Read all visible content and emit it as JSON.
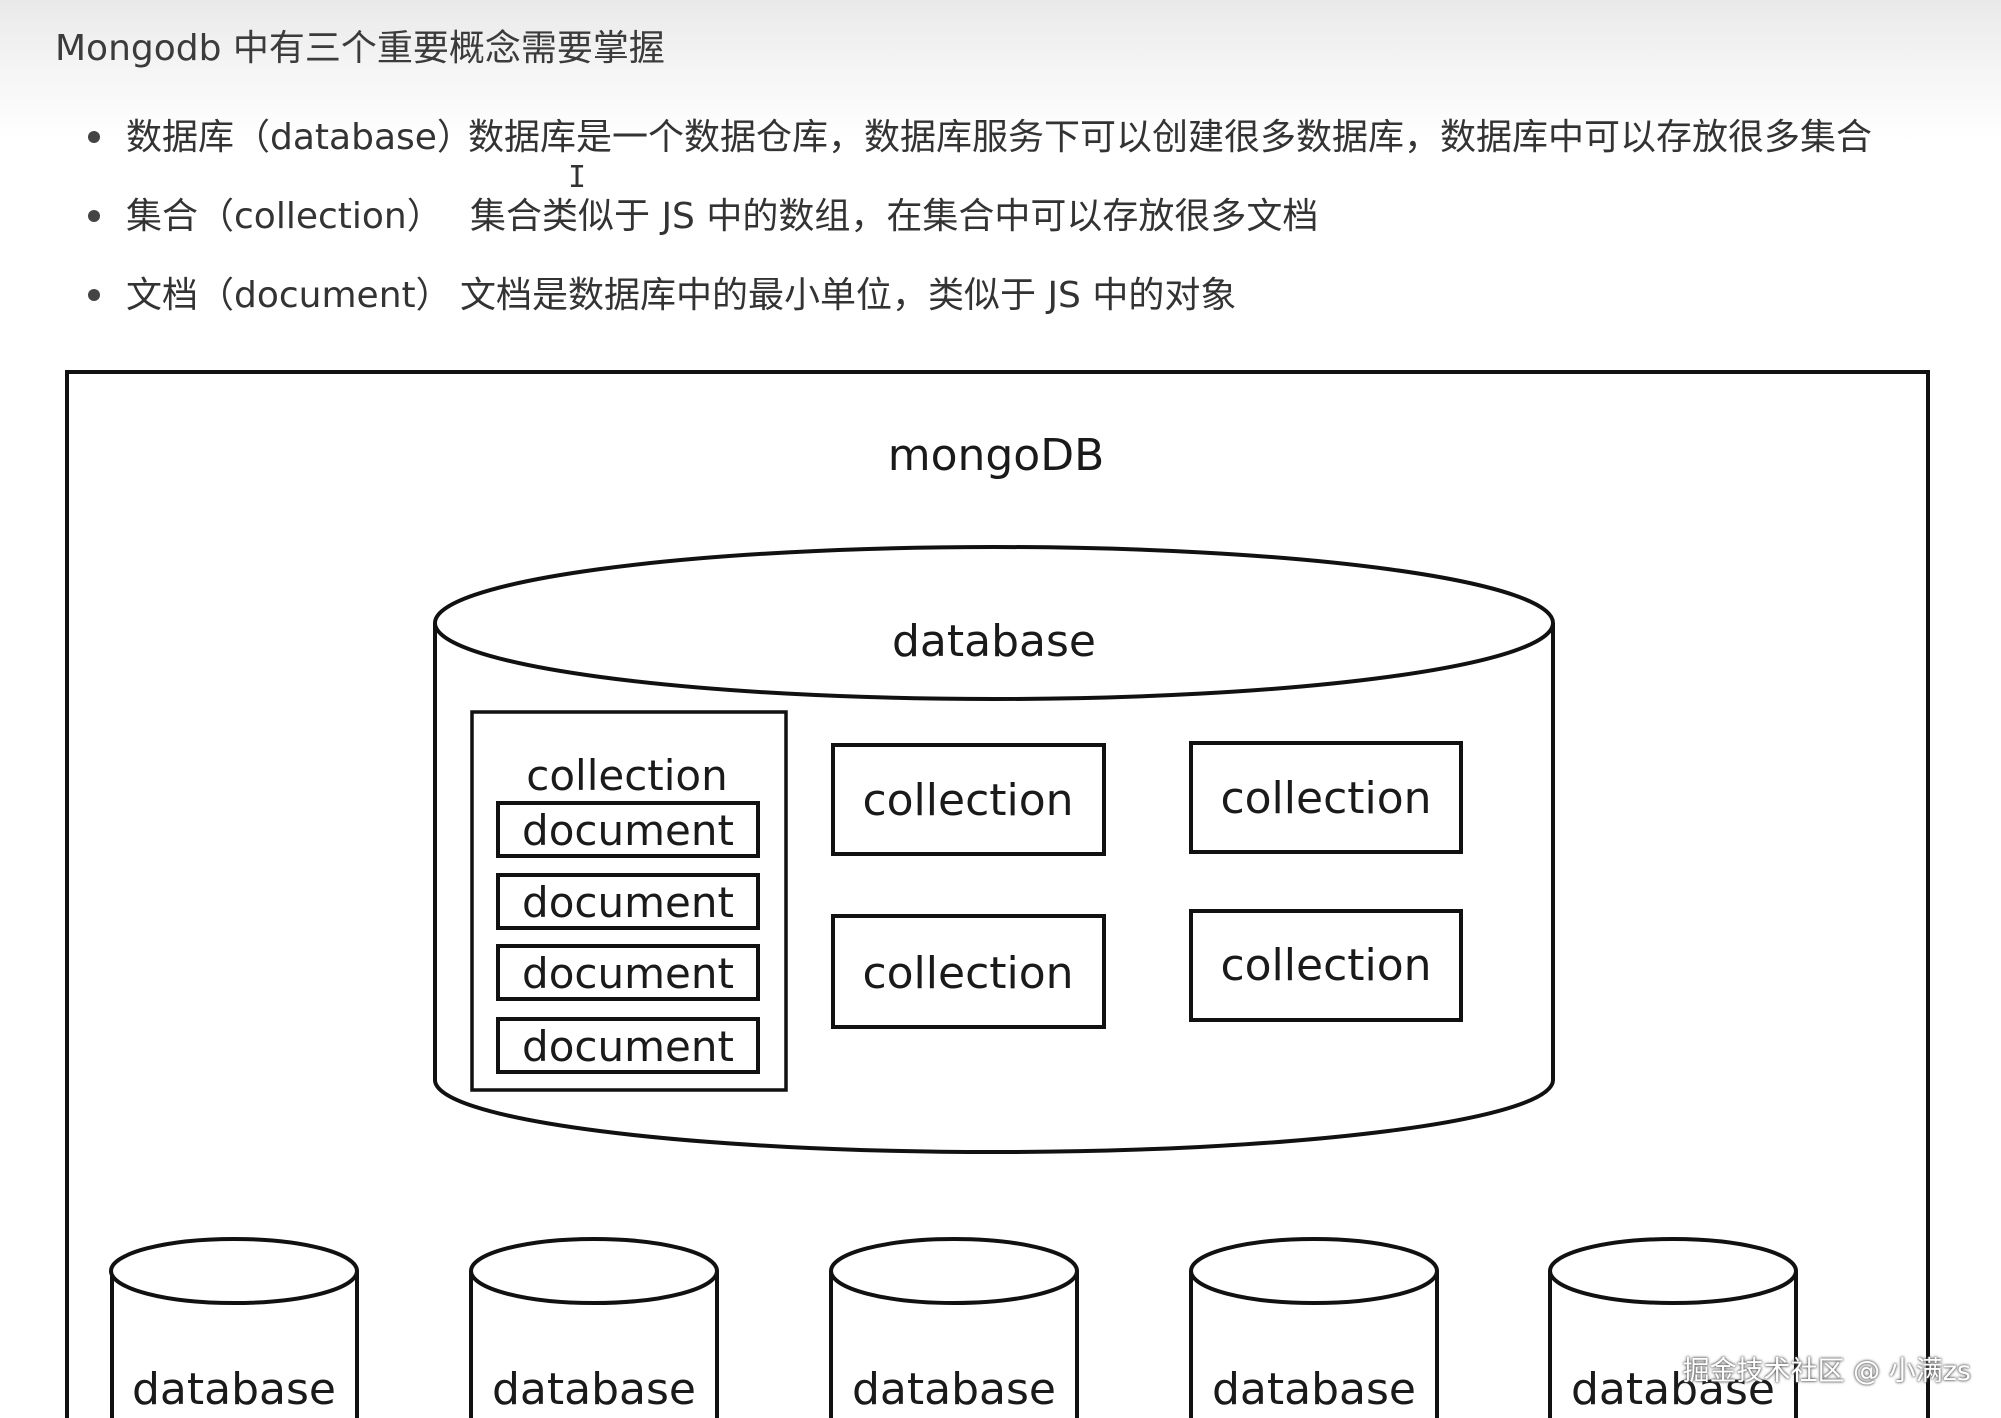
{
  "heading": "Mongodb 中有三个重要概念需要掌握",
  "concepts": [
    {
      "term": "数据库（database）",
      "description": "数据库是一个数据仓库，数据库服务下可以创建很多数据库，数据库中可以存放很多集合"
    },
    {
      "term": "集合（collection）",
      "description": "集合类似于 JS 中的数组，在集合中可以存放很多文档"
    },
    {
      "term": "文档（document）",
      "description": "文档是数据库中的最小单位，类似于 JS 中的对象"
    }
  ],
  "diagram": {
    "root_label": "mongoDB",
    "main_database_label": "database",
    "detailed_collection": {
      "label": "collection",
      "documents": [
        "document",
        "document",
        "document",
        "document"
      ]
    },
    "other_collections": [
      "collection",
      "collection",
      "collection",
      "collection"
    ],
    "bottom_databases": [
      "database",
      "database",
      "database",
      "database",
      "database"
    ]
  },
  "watermark": "掘金技术社区 @ 小满zs"
}
